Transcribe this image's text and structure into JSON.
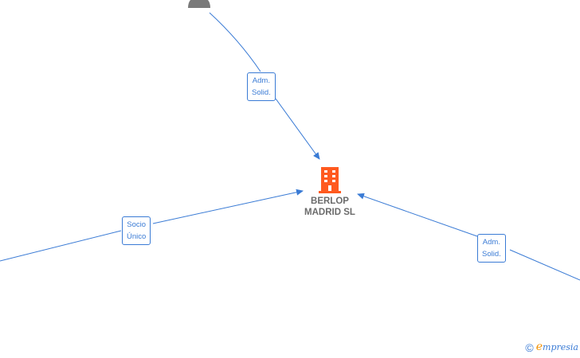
{
  "company": {
    "name_line1": "BERLOP",
    "name_line2": "MADRID  SL",
    "icon": "building-icon",
    "color": "#ff5a1f"
  },
  "edges": [
    {
      "id": "top",
      "label_line1": "Adm.",
      "label_line2": "Solid."
    },
    {
      "id": "left",
      "label_line1": "Socio",
      "label_line2": "Único"
    },
    {
      "id": "right",
      "label_line1": "Adm.",
      "label_line2": "Solid."
    }
  ],
  "person_icon": "person-icon",
  "edge_color": "#3a7bd5",
  "brand": {
    "copyright": "©",
    "e": "e",
    "rest": "mpresia"
  }
}
